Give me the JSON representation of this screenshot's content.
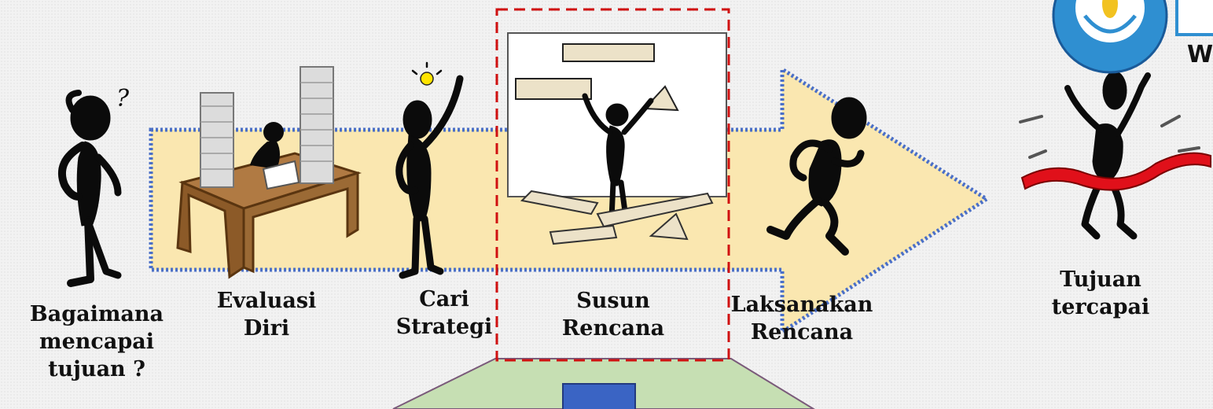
{
  "steps": [
    {
      "line1": "Bagaimana",
      "line2": "mencapai",
      "line3": "tujuan ?"
    },
    {
      "line1": "Evaluasi",
      "line2": "Diri"
    },
    {
      "line1": "Cari",
      "line2": "Strategi"
    },
    {
      "line1": "Susun",
      "line2": "Rencana"
    },
    {
      "line1": "Laksanakan",
      "line2": "Rencana"
    },
    {
      "line1": "Tujuan",
      "line2": "tercapai"
    }
  ],
  "logo": {
    "partial_text": "W"
  },
  "colors": {
    "arrow_fill": "#fae7b0",
    "arrow_border": "#4a6fc7",
    "highlight_border": "#d01010",
    "detail_panel": "#c6dfb3",
    "detail_box": "#3a64c4",
    "desk": "#9b6a35",
    "ribbon": "#e0101a",
    "figure": "#0b0b0b"
  },
  "icons": [
    "thinking-person-icon",
    "desk-paper-stacks-icon",
    "idea-person-icon",
    "presenter-board-icon",
    "running-person-icon",
    "finish-line-person-icon",
    "ministry-logo-icon"
  ]
}
